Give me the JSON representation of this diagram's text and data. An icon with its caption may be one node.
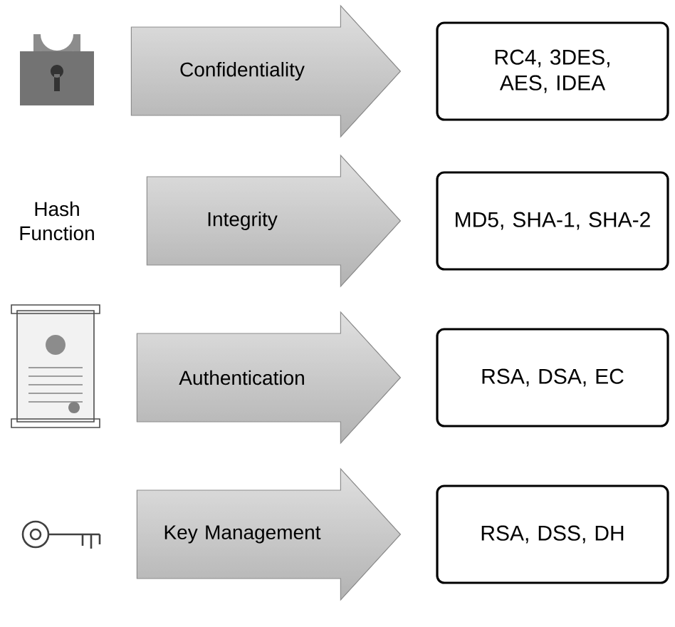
{
  "diagram": {
    "nodes": [
      {
        "text": [],
        "shape": "picture"
      },
      {
        "text": [
          "RC4, 3DES, AES, IDEA"
        ]
      },
      {
        "text": [
          "Hash Function"
        ]
      },
      {
        "text": [
          "MD5, SHA-1, SHA-2"
        ]
      },
      {
        "text": [],
        "shape": "picture"
      },
      {
        "text": [
          "RSA, DSA, EC"
        ]
      },
      {
        "text": [],
        "shape": "picture"
      },
      {
        "text": [
          "RSA, DSS, DH"
        ]
      }
    ],
    "edges": [
      {
        "from": 0,
        "to": 1,
        "arrow": "to",
        "label": "Confidentiality"
      },
      {
        "from": 2,
        "to": 3,
        "arrow": "to",
        "label": "Integrity"
      },
      {
        "from": 4,
        "to": 5,
        "arrow": "to",
        "label": "Authentication"
      },
      {
        "from": 6,
        "to": 7,
        "arrow": "to",
        "label": "Key Management"
      }
    ]
  }
}
